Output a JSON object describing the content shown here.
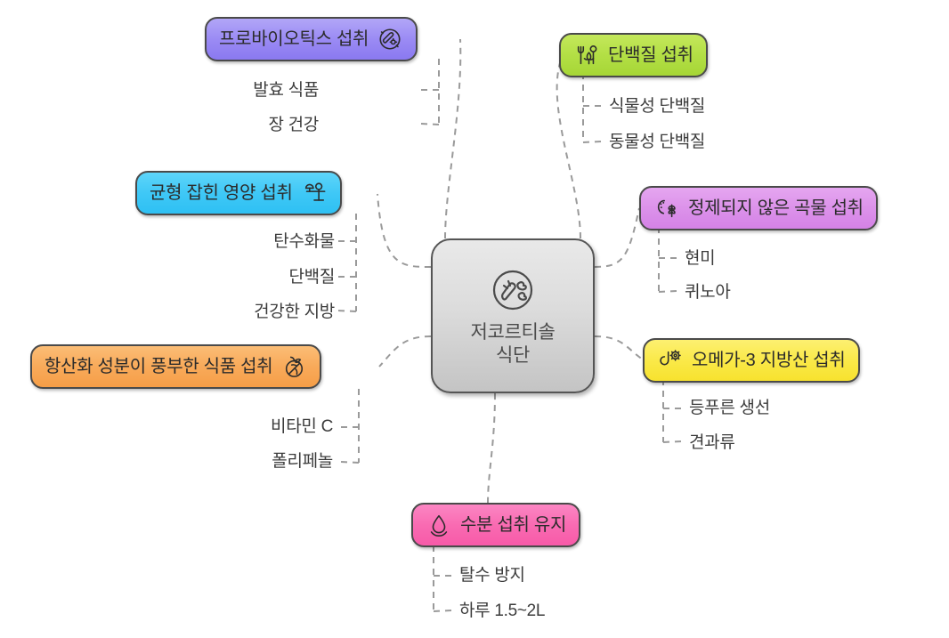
{
  "diagram": {
    "type": "mindmap",
    "title": "저코르티솔 식단",
    "background": "#ffffff",
    "connector_color": "#9a9a9a"
  },
  "center": {
    "label_line1": "저코르티솔",
    "label_line2": "식단",
    "icon": "vegetables-circle-icon",
    "color": "#dcdcdc",
    "border_color": "#555555"
  },
  "branches": [
    {
      "id": "probiotics",
      "label": "프로바이오틱스 섭취",
      "icon": "bacteria-circle-icon",
      "icon_side": "right",
      "color": "#9b8bf4",
      "side": "left",
      "children": [
        "발효 식품",
        "장 건강"
      ]
    },
    {
      "id": "protein",
      "label": "단백질 섭취",
      "icon": "fork-plant-icon",
      "icon_side": "left",
      "color": "#b3df45",
      "side": "right",
      "children": [
        "식물성 단백질",
        "동물성 단백질"
      ]
    },
    {
      "id": "balanced",
      "label": "균형 잡힌 영양 섭취",
      "icon": "scale-balance-icon",
      "icon_side": "right",
      "color": "#3fc8f6",
      "side": "left",
      "children": [
        "탄수화물",
        "단백질",
        "건강한 지방"
      ]
    },
    {
      "id": "wholegrain",
      "label": "정제되지 않은 곡물 섭취",
      "icon": "grain-wheat-icon",
      "icon_side": "left",
      "color": "#dc92ea",
      "side": "right",
      "children": [
        "현미",
        "퀴노아"
      ]
    },
    {
      "id": "antioxidant",
      "label": "항산화 성분이 풍부한 식품 섭취",
      "icon": "citrus-slice-icon",
      "icon_side": "right",
      "color": "#f8aa5a",
      "side": "left",
      "children": [
        "비타민 C",
        "폴리페놀"
      ]
    },
    {
      "id": "omega3",
      "label": "오메가-3 지방산 섭취",
      "icon": "fish-oil-drop-icon",
      "icon_side": "left",
      "color": "#fae949",
      "side": "right",
      "children": [
        "등푸른 생선",
        "견과류"
      ]
    },
    {
      "id": "hydration",
      "label": "수분 섭취 유지",
      "icon": "water-drop-icon",
      "icon_side": "left",
      "color": "#f96bb2",
      "side": "bottom",
      "children": [
        "탈수 방지",
        "하루 1.5~2L"
      ]
    }
  ]
}
